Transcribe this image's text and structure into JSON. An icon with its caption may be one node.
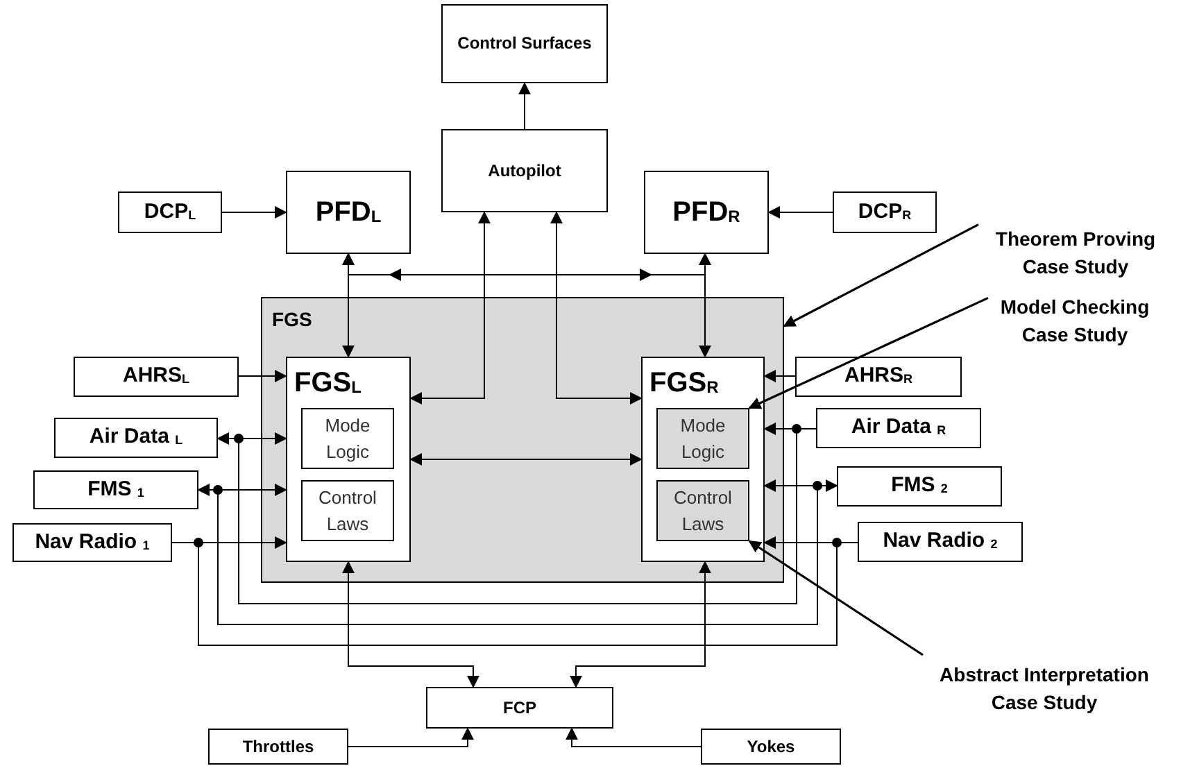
{
  "diagram": {
    "nodes": [
      {
        "text": [
          "Control Surfaces"
        ]
      },
      {
        "text": [
          "Autopilot"
        ]
      },
      {
        "text": [
          "PFD$_{L}$"
        ]
      },
      {
        "text": [
          "PFD$_{R}$"
        ]
      },
      {
        "text": [
          "DCP$_{L}$"
        ]
      },
      {
        "text": [
          "DCP$_{R}$"
        ]
      },
      {
        "text": [
          "Theorem Proving Case Study"
        ]
      },
      {
        "text": [
          "Model Checking Case Study"
        ]
      },
      {
        "text": [
          "FGS"
        ]
      },
      {
        "text": [
          "FGS$_{L}$"
        ],
        "in": 8
      },
      {
        "text": [
          "Mode Logic"
        ],
        "in": 9
      },
      {
        "text": [
          "Control Laws"
        ],
        "in": 9
      },
      {
        "text": [
          "FGS$_{R}$"
        ],
        "in": 8
      },
      {
        "text": [
          "Mode Logic"
        ],
        "in": 12
      },
      {
        "text": [
          "Control Laws"
        ],
        "in": 12
      },
      {
        "text": [
          "AHRS$_{L}$"
        ]
      },
      {
        "text": [
          "Air Data $_{L}$"
        ]
      },
      {
        "text": [
          "FMS $_{1}$"
        ]
      },
      {
        "text": [
          "Nav Radio $_{1}$"
        ]
      },
      {
        "text": [
          "AHRS$_{R}$"
        ]
      },
      {
        "text": [
          "Air Data $_{R}$"
        ]
      },
      {
        "text": [
          "FMS $_{2}$"
        ]
      },
      {
        "text": [
          "Nav Radio $_{2}$"
        ]
      },
      {
        "text": [
          "Abstract Interpretation Case Study"
        ]
      },
      {
        "text": [
          "FCP"
        ]
      },
      {
        "text": [
          "Throttles"
        ]
      },
      {
        "text": [
          "Yokes"
        ]
      }
    ],
    "edges": [
      {
        "from": 1,
        "to": 0,
        "arrow": "to"
      },
      {
        "from": 4,
        "to": 2,
        "arrow": "to"
      },
      {
        "from": 5,
        "to": 3,
        "arrow": "to"
      },
      {
        "from": 9,
        "to": 2,
        "arrow": "both"
      },
      {
        "from": 12,
        "to": 3,
        "arrow": "both"
      },
      {
        "from": 9,
        "to": 3,
        "arrow": "to"
      },
      {
        "from": 9,
        "to": 1,
        "arrow": "both"
      },
      {
        "from": 12,
        "to": 1,
        "arrow": "both"
      },
      {
        "from": 9,
        "to": 12,
        "arrow": "both"
      },
      {
        "from": 15,
        "to": 9,
        "arrow": "to"
      },
      {
        "from": 19,
        "to": 12,
        "arrow": "to"
      },
      {
        "from": 16,
        "to": 9,
        "arrow": "both"
      },
      {
        "from": 20,
        "to": 12,
        "arrow": "to"
      },
      {
        "from": 16,
        "to": 20,
        "arrow": "none"
      },
      {
        "from": 17,
        "to": 9,
        "arrow": "both"
      },
      {
        "from": 21,
        "to": 12,
        "arrow": "both"
      },
      {
        "from": 17,
        "to": 21,
        "arrow": "none"
      },
      {
        "from": 18,
        "to": 9,
        "arrow": "to"
      },
      {
        "from": 22,
        "to": 12,
        "arrow": "to"
      },
      {
        "from": 18,
        "to": 22,
        "arrow": "none"
      },
      {
        "from": 9,
        "to": 24,
        "arrow": "both"
      },
      {
        "from": 12,
        "to": 24,
        "arrow": "both"
      },
      {
        "from": 25,
        "to": 24,
        "arrow": "to"
      },
      {
        "from": 26,
        "to": 24,
        "arrow": "to"
      },
      {
        "from": 6,
        "to": 8,
        "arrow": "to"
      },
      {
        "from": 7,
        "to": 13,
        "arrow": "to"
      },
      {
        "from": 23,
        "to": 14,
        "arrow": "to"
      },
      {
        "from": 12,
        "to": 2,
        "arrow": "to"
      }
    ]
  }
}
